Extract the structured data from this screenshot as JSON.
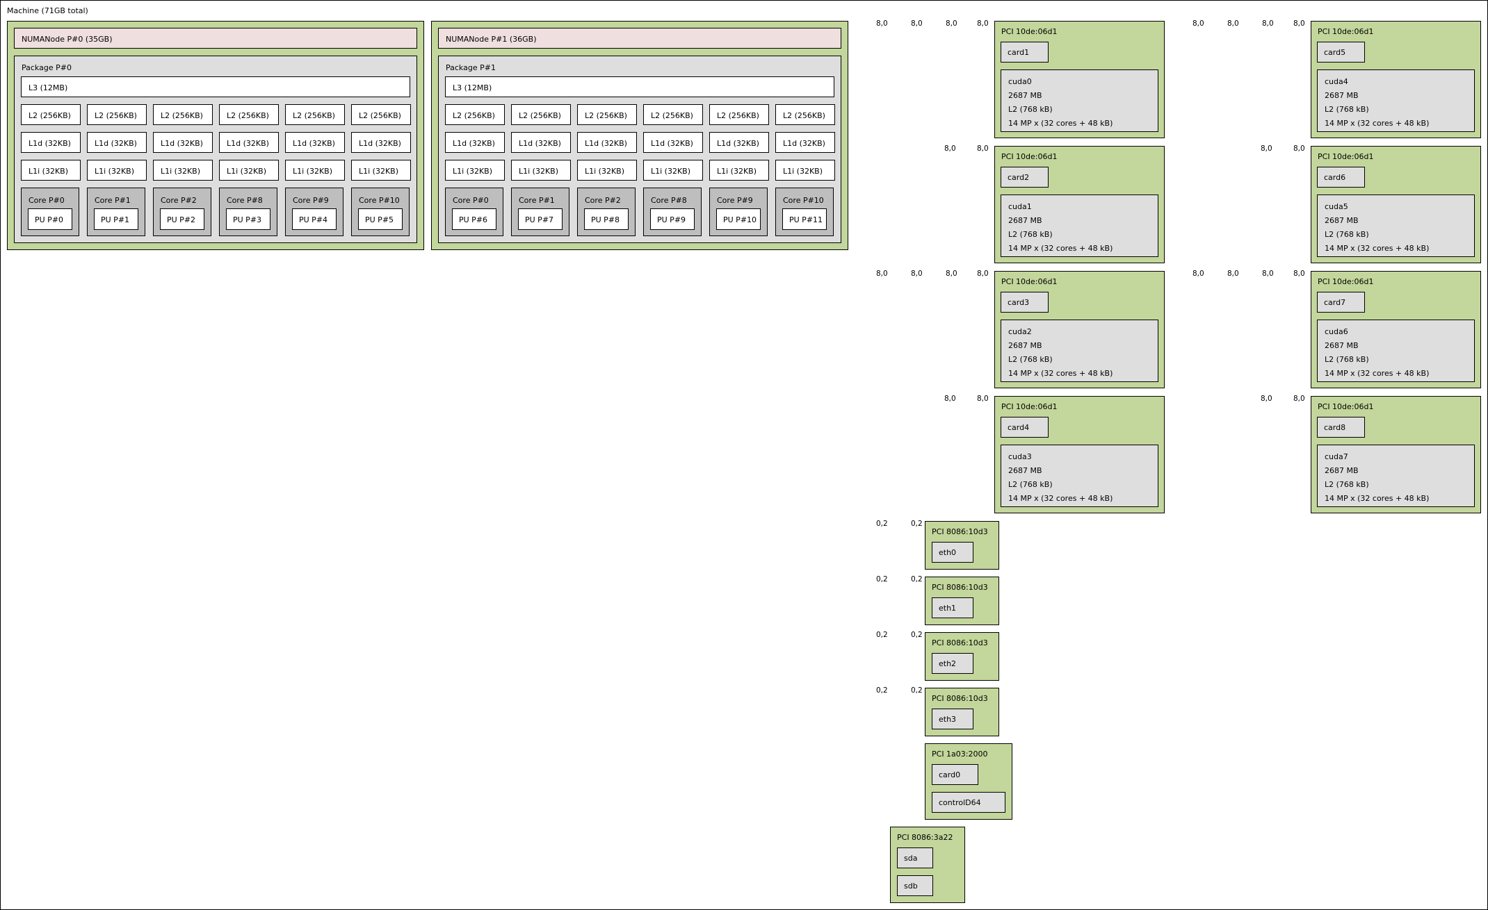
{
  "machine": {
    "label": "Machine (71GB total)"
  },
  "colors": {
    "group": "#c3d69b",
    "numa": "#efdfde",
    "package": "#dedede",
    "core": "#bebebe",
    "unit": "#ffffff",
    "osdev": "#dedede",
    "line": "#000000"
  },
  "numa": [
    {
      "label": "NUMANode P#0 (35GB)",
      "package": "Package P#0",
      "l3": "L3 (12MB)",
      "l2": [
        "L2 (256KB)",
        "L2 (256KB)",
        "L2 (256KB)",
        "L2 (256KB)",
        "L2 (256KB)",
        "L2 (256KB)"
      ],
      "l1d": [
        "L1d (32KB)",
        "L1d (32KB)",
        "L1d (32KB)",
        "L1d (32KB)",
        "L1d (32KB)",
        "L1d (32KB)"
      ],
      "l1i": [
        "L1i (32KB)",
        "L1i (32KB)",
        "L1i (32KB)",
        "L1i (32KB)",
        "L1i (32KB)",
        "L1i (32KB)"
      ],
      "cores": [
        "Core P#0",
        "Core P#1",
        "Core P#2",
        "Core P#8",
        "Core P#9",
        "Core P#10"
      ],
      "pus": [
        "PU P#0",
        "PU P#1",
        "PU P#2",
        "PU P#3",
        "PU P#4",
        "PU P#5"
      ]
    },
    {
      "label": "NUMANode P#1 (36GB)",
      "package": "Package P#1",
      "l3": "L3 (12MB)",
      "l2": [
        "L2 (256KB)",
        "L2 (256KB)",
        "L2 (256KB)",
        "L2 (256KB)",
        "L2 (256KB)",
        "L2 (256KB)"
      ],
      "l1d": [
        "L1d (32KB)",
        "L1d (32KB)",
        "L1d (32KB)",
        "L1d (32KB)",
        "L1d (32KB)",
        "L1d (32KB)"
      ],
      "l1i": [
        "L1i (32KB)",
        "L1i (32KB)",
        "L1i (32KB)",
        "L1i (32KB)",
        "L1i (32KB)",
        "L1i (32KB)"
      ],
      "cores": [
        "Core P#0",
        "Core P#1",
        "Core P#2",
        "Core P#8",
        "Core P#9",
        "Core P#10"
      ],
      "pus": [
        "PU P#6",
        "PU P#7",
        "PU P#8",
        "PU P#9",
        "PU P#10",
        "PU P#11"
      ]
    }
  ],
  "link_speed_gpu": "8,0",
  "link_speed_nic": "0,2",
  "gpus": [
    {
      "pci": "PCI 10de:06d1",
      "card": "card1",
      "cuda": [
        "cuda0",
        "2687 MB",
        "L2 (768 kB)",
        "14 MP x (32 cores + 48 kB)"
      ]
    },
    {
      "pci": "PCI 10de:06d1",
      "card": "card2",
      "cuda": [
        "cuda1",
        "2687 MB",
        "L2 (768 kB)",
        "14 MP x (32 cores + 48 kB)"
      ]
    },
    {
      "pci": "PCI 10de:06d1",
      "card": "card3",
      "cuda": [
        "cuda2",
        "2687 MB",
        "L2 (768 kB)",
        "14 MP x (32 cores + 48 kB)"
      ]
    },
    {
      "pci": "PCI 10de:06d1",
      "card": "card4",
      "cuda": [
        "cuda3",
        "2687 MB",
        "L2 (768 kB)",
        "14 MP x (32 cores + 48 kB)"
      ]
    },
    {
      "pci": "PCI 10de:06d1",
      "card": "card5",
      "cuda": [
        "cuda4",
        "2687 MB",
        "L2 (768 kB)",
        "14 MP x (32 cores + 48 kB)"
      ]
    },
    {
      "pci": "PCI 10de:06d1",
      "card": "card6",
      "cuda": [
        "cuda5",
        "2687 MB",
        "L2 (768 kB)",
        "14 MP x (32 cores + 48 kB)"
      ]
    },
    {
      "pci": "PCI 10de:06d1",
      "card": "card7",
      "cuda": [
        "cuda6",
        "2687 MB",
        "L2 (768 kB)",
        "14 MP x (32 cores + 48 kB)"
      ]
    },
    {
      "pci": "PCI 10de:06d1",
      "card": "card8",
      "cuda": [
        "cuda7",
        "2687 MB",
        "L2 (768 kB)",
        "14 MP x (32 cores + 48 kB)"
      ]
    }
  ],
  "nics": [
    {
      "pci": "PCI 8086:10d3",
      "dev": "eth0"
    },
    {
      "pci": "PCI 8086:10d3",
      "dev": "eth1"
    },
    {
      "pci": "PCI 8086:10d3",
      "dev": "eth2"
    },
    {
      "pci": "PCI 8086:10d3",
      "dev": "eth3"
    }
  ],
  "vga": {
    "pci": "PCI 1a03:2000",
    "devs": [
      "card0",
      "controlD64"
    ]
  },
  "sata": {
    "pci": "PCI 8086:3a22",
    "devs": [
      "sda",
      "sdb"
    ]
  }
}
